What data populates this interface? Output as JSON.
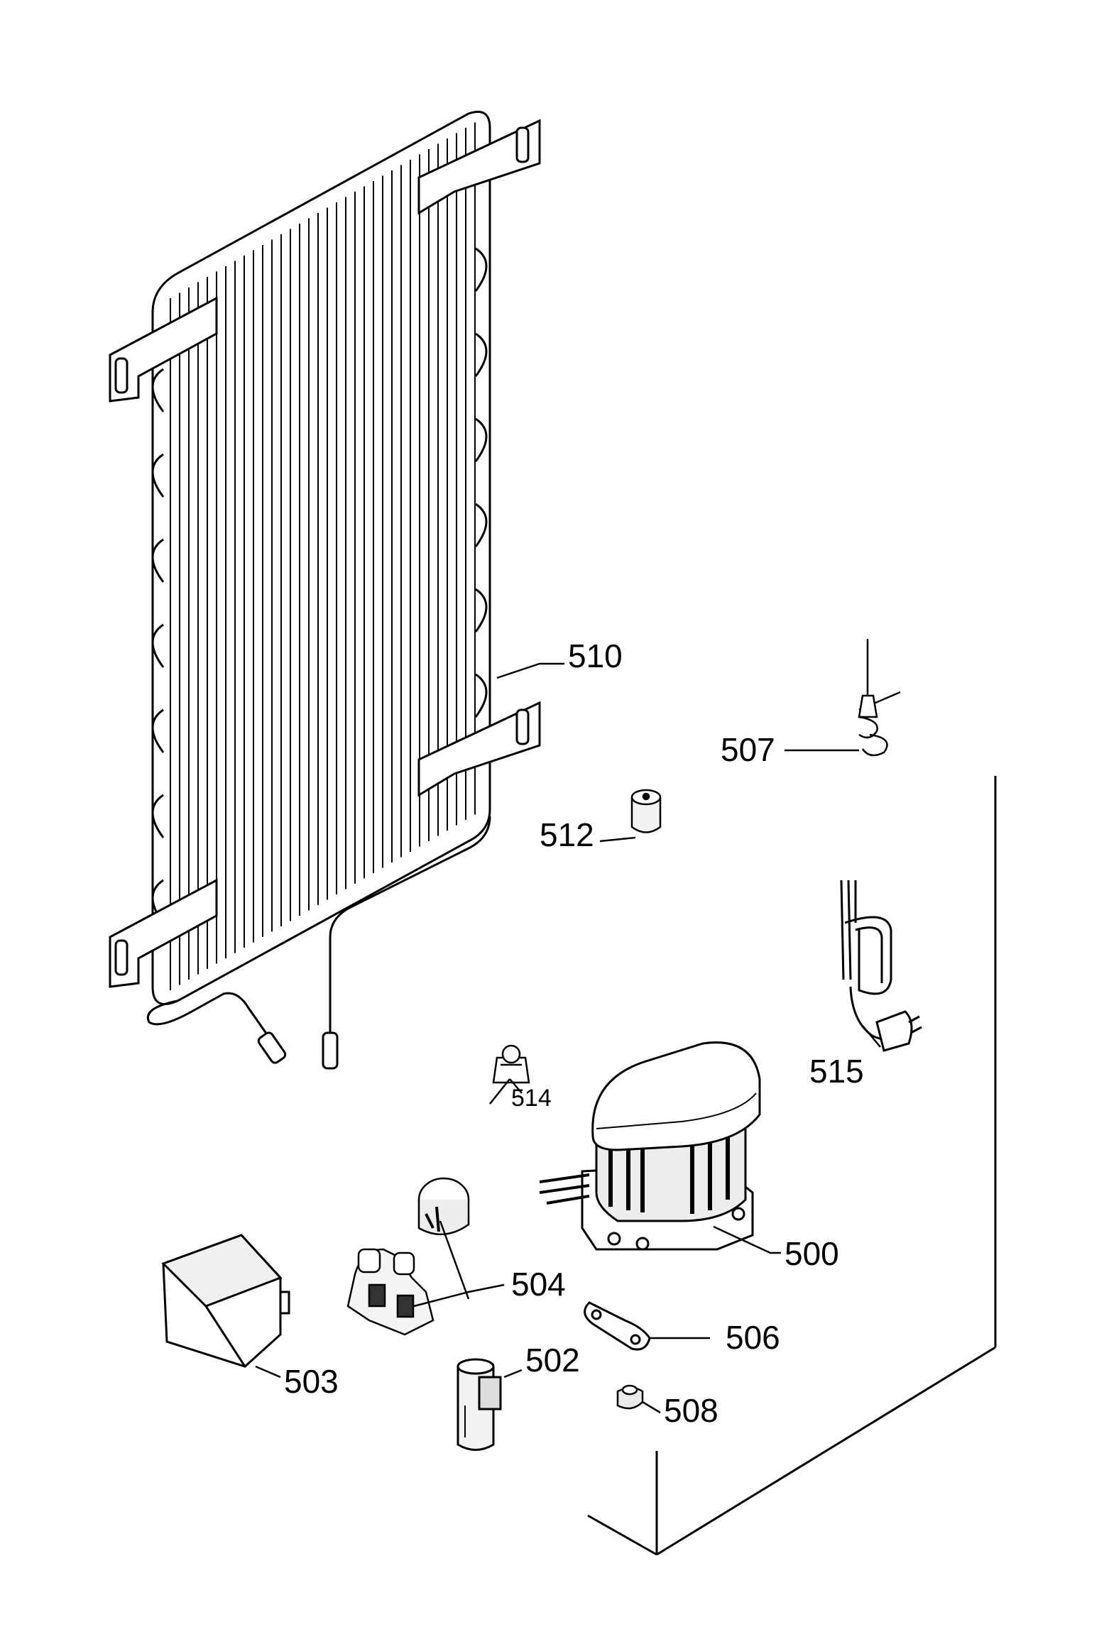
{
  "diagram": {
    "callouts": [
      {
        "id": "510",
        "label": "510"
      },
      {
        "id": "507",
        "label": "507"
      },
      {
        "id": "512",
        "label": "512"
      },
      {
        "id": "515",
        "label": "515"
      },
      {
        "id": "514",
        "label": "514"
      },
      {
        "id": "500",
        "label": "500"
      },
      {
        "id": "504",
        "label": "504"
      },
      {
        "id": "506",
        "label": "506"
      },
      {
        "id": "502",
        "label": "502"
      },
      {
        "id": "503",
        "label": "503"
      },
      {
        "id": "508",
        "label": "508"
      }
    ]
  }
}
